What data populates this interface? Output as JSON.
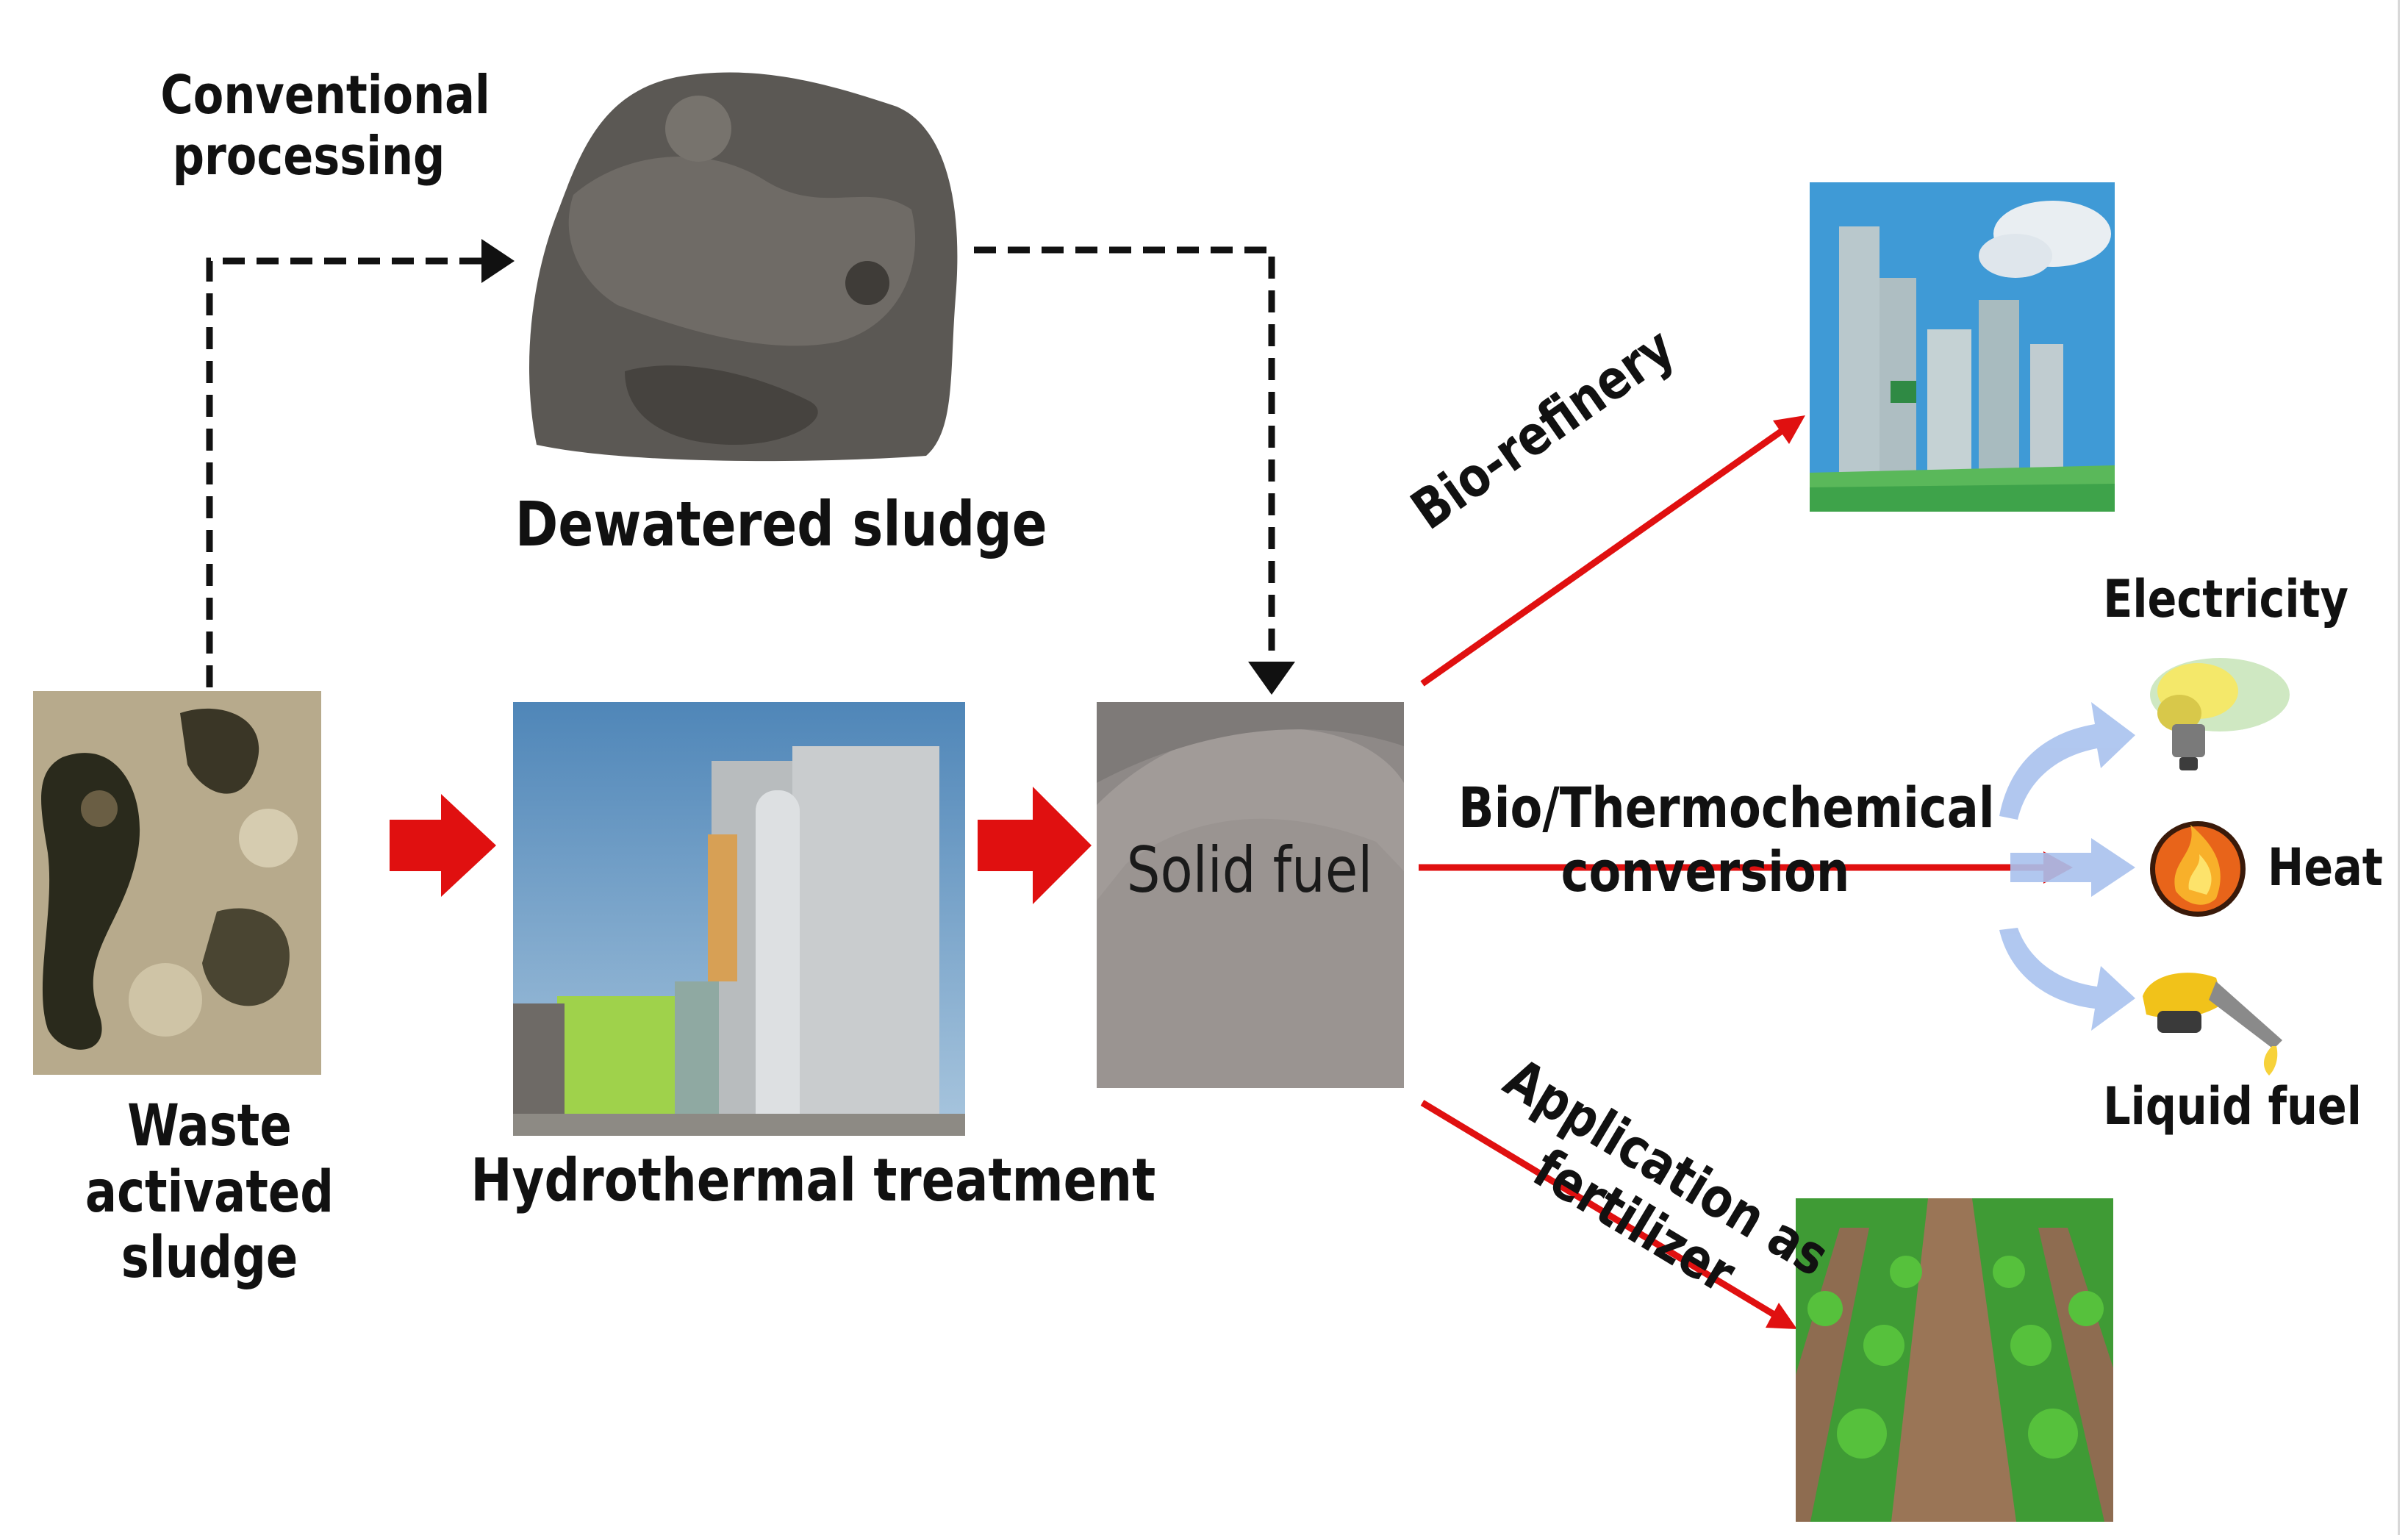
{
  "labels": {
    "conventional_processing": "Conventional\nprocessing",
    "dewatered_sludge": "Dewatered sludge",
    "waste_activated_sludge": "Waste activated\nsludge",
    "hydrothermal_treatment": "Hydrothermal treatment",
    "solid_fuel": "Solid fuel",
    "bio_refinery": "Bio-refinery",
    "bio_thermochemical_conversion": "Bio/Thermochemical\nconversion",
    "application_as_fertilizer": "Application as\nfertilizer",
    "electricity": "Electricity",
    "heat": "Heat",
    "liquid_fuel": "Liquid fuel"
  },
  "colors": {
    "arrow_red": "#e01010",
    "dashed_black": "#111111",
    "light_blue_arrow": "#a9c2ee"
  },
  "icons": {
    "photos": [
      "waste-activated-sludge-photo",
      "dewatered-sludge-photo",
      "hydrothermal-plant-photo",
      "solid-fuel-photo",
      "biorefinery-photo",
      "fertilizer-field-photo"
    ],
    "outputs": [
      "light-bulb-icon",
      "fire-icon",
      "fuel-nozzle-icon"
    ]
  }
}
